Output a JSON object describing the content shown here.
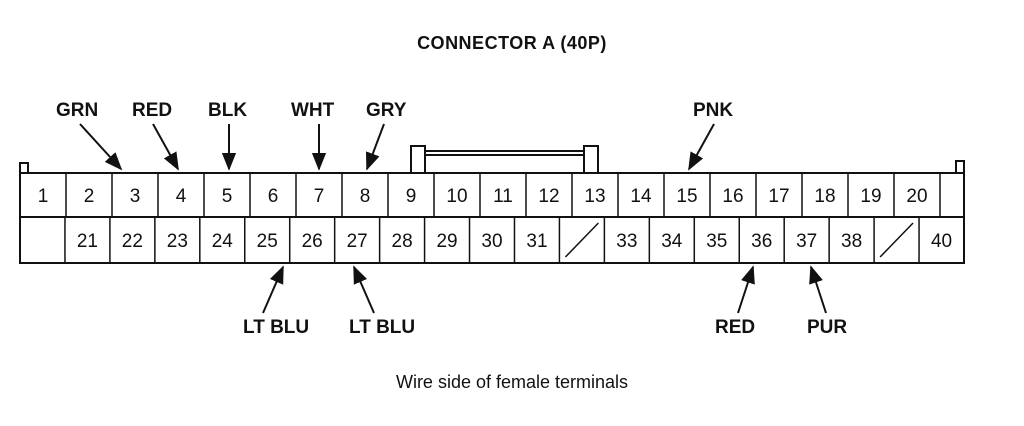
{
  "title": "CONNECTOR A (40P)",
  "caption": "Wire side of female terminals",
  "top_row": [
    "1",
    "2",
    "3",
    "4",
    "5",
    "6",
    "7",
    "8",
    "9",
    "10",
    "11",
    "12",
    "13",
    "14",
    "15",
    "16",
    "17",
    "18",
    "19",
    "20"
  ],
  "bottom_row": [
    "",
    "21",
    "22",
    "23",
    "24",
    "25",
    "26",
    "27",
    "28",
    "29",
    "30",
    "31",
    "/",
    "33",
    "34",
    "35",
    "36",
    "37",
    "38",
    "/",
    "40"
  ],
  "wire_labels": {
    "pin3": "GRN",
    "pin4": "RED",
    "pin5": "BLK",
    "pin7": "WHT",
    "pin8": "GRY",
    "pin15": "PNK",
    "pin26": "LT BLU",
    "pin27": "LT BLU",
    "pin36": "RED",
    "pin37": "PUR"
  }
}
